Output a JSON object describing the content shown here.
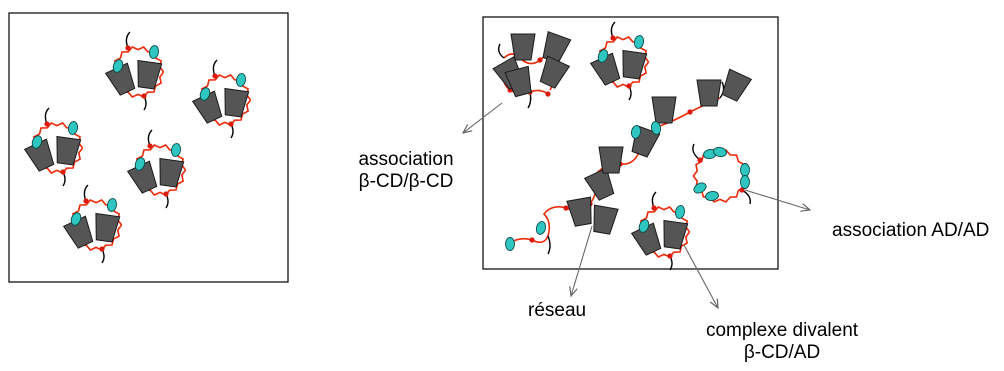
{
  "colors": {
    "frame": "#000000",
    "chain": "#ee2a0a",
    "node": "#dd1a0a",
    "cyclodextrin_fill": "#555555",
    "adamantane_fill": "#2fc6c1",
    "adamantane_stroke": "#0a4a48",
    "arrow": "#666666",
    "tail": "#000000"
  },
  "icons": {
    "cyclodextrin": "trapezoid",
    "adamantane": "ellipse",
    "junction": "dot"
  },
  "labels": {
    "association_cd_line1": "association",
    "association_cd_line2": "β-CD/β-CD",
    "association_ad": "association AD/AD",
    "reseau": "réseau",
    "complexe_line1": "complexe divalent",
    "complexe_line2": "β-CD/AD"
  }
}
